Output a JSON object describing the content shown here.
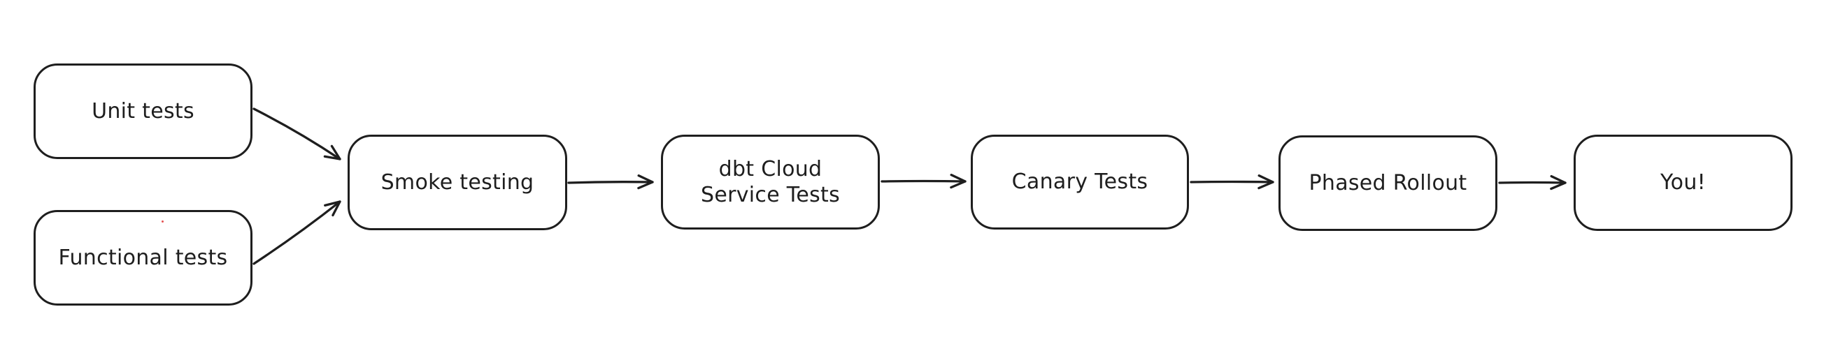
{
  "colors": {
    "stroke": "#1e1e1e",
    "background": "#ffffff",
    "artifact_dot": "#e03131"
  },
  "nodes": [
    {
      "id": "unit-tests",
      "label": "Unit tests"
    },
    {
      "id": "functional-tests",
      "label": "Functional tests"
    },
    {
      "id": "smoke-testing",
      "label": "Smoke testing"
    },
    {
      "id": "dbt-cloud-service-tests",
      "label": "dbt Cloud\nService Tests"
    },
    {
      "id": "canary-tests",
      "label": "Canary Tests"
    },
    {
      "id": "phased-rollout",
      "label": "Phased Rollout"
    },
    {
      "id": "you",
      "label": "You!"
    }
  ],
  "edges": [
    {
      "from": "unit-tests",
      "to": "smoke-testing"
    },
    {
      "from": "functional-tests",
      "to": "smoke-testing"
    },
    {
      "from": "smoke-testing",
      "to": "dbt-cloud-service-tests"
    },
    {
      "from": "dbt-cloud-service-tests",
      "to": "canary-tests"
    },
    {
      "from": "canary-tests",
      "to": "phased-rollout"
    },
    {
      "from": "phased-rollout",
      "to": "you"
    }
  ]
}
